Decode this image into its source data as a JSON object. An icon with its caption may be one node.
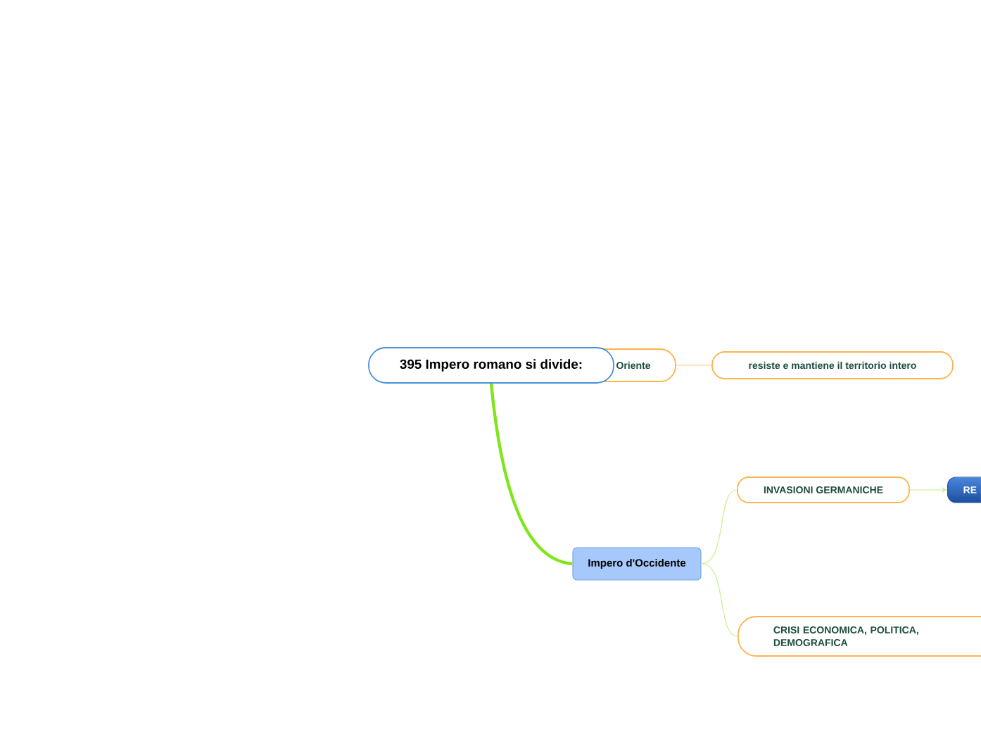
{
  "diagram": {
    "nodes": [
      {
        "text": [
          "395 Impero romano si divide:"
        ]
      },
      {
        "text": [
          "Oriente"
        ]
      },
      {
        "text": [
          "resiste e mantiene il territorio intero"
        ]
      },
      {
        "text": [
          "Impero d'Occidente"
        ]
      },
      {
        "text": [
          "INVASIONI GERMANICHE"
        ]
      },
      {
        "text": [
          "RE"
        ]
      },
      {
        "text": [
          "CRISI ECONOMICA, POLITICA, DEMOGRAFICA"
        ]
      }
    ],
    "edges": [
      {
        "from": 1,
        "to": 2,
        "arrow": "none",
        "color": "#ffc87a"
      },
      {
        "from": 0,
        "to": 3,
        "arrow": "none",
        "style": "thick",
        "color": "#80e61a"
      },
      {
        "from": 3,
        "to": 4,
        "arrow": "none"
      },
      {
        "from": 3,
        "to": 6,
        "arrow": "none"
      },
      {
        "from": 4,
        "to": 5,
        "arrow": "to"
      }
    ]
  }
}
